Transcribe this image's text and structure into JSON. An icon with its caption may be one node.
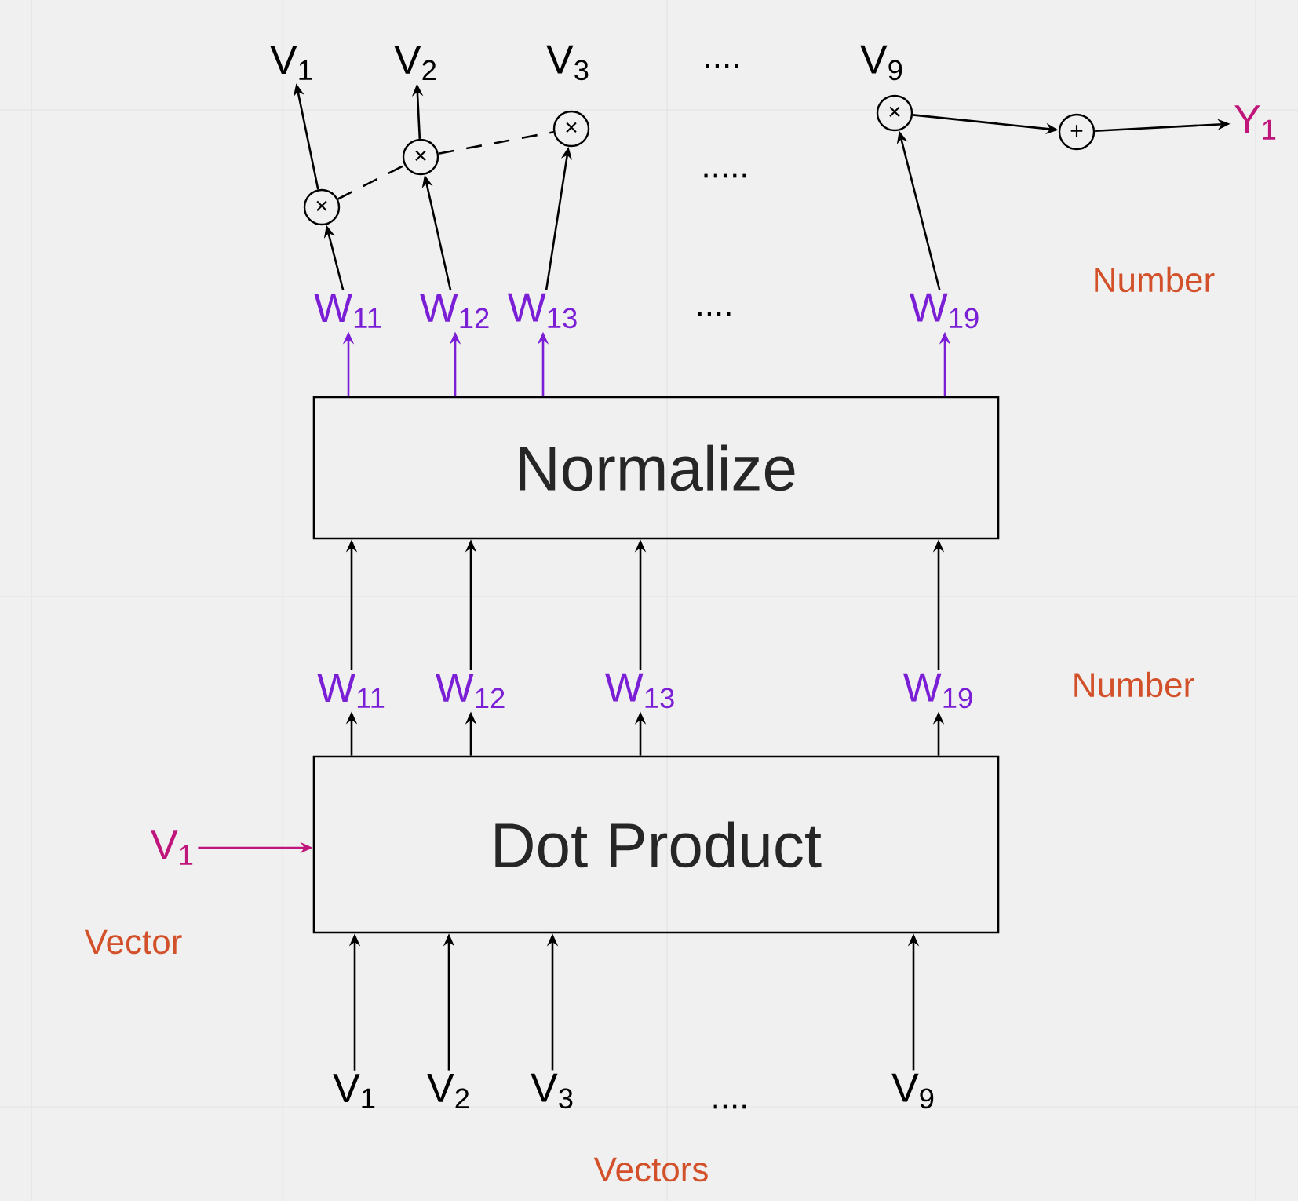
{
  "diagram": {
    "nodes": [
      {
        "text": [
          "V$_{1}$"
        ]
      },
      {
        "text": [
          "V$_{2}$"
        ]
      },
      {
        "text": [
          "V$_{3}$"
        ]
      },
      {
        "text": [
          "V$_{9}$"
        ]
      },
      {
        "text": [
          "Dot Product"
        ]
      },
      {
        "text": [
          "V$_{1}$"
        ]
      },
      {
        "text": [
          "W$_{11}$"
        ]
      },
      {
        "text": [
          "W$_{12}$"
        ]
      },
      {
        "text": [
          "W$_{13}$"
        ]
      },
      {
        "text": [
          "W$_{19}$"
        ]
      },
      {
        "text": [
          "Normalize"
        ]
      },
      {
        "text": [
          "W$_{11}$"
        ]
      },
      {
        "text": [
          "W$_{12}$"
        ]
      },
      {
        "text": [
          "W$_{13}$"
        ]
      },
      {
        "text": [
          "W$_{19}$"
        ]
      },
      {
        "text": [
          "×"
        ]
      },
      {
        "text": [
          "×"
        ]
      },
      {
        "text": [
          "×"
        ]
      },
      {
        "text": [
          "×"
        ]
      },
      {
        "text": [
          "+"
        ]
      },
      {
        "text": [
          "V$_{1}$"
        ]
      },
      {
        "text": [
          "V$_{2}$"
        ]
      },
      {
        "text": [
          "V$_{3}$"
        ]
      },
      {
        "text": [
          "V$_{9}$"
        ]
      },
      {
        "text": [
          "Y$_{1}$"
        ]
      }
    ],
    "edges": [
      {
        "from": 0,
        "to": 4,
        "arrow": "to"
      },
      {
        "from": 1,
        "to": 4,
        "arrow": "to"
      },
      {
        "from": 2,
        "to": 4,
        "arrow": "to"
      },
      {
        "from": 3,
        "to": 4,
        "arrow": "to"
      },
      {
        "from": 5,
        "to": 4,
        "arrow": "to",
        "color": "#c0157a"
      },
      {
        "from": 4,
        "to": 6,
        "arrow": "to"
      },
      {
        "from": 4,
        "to": 7,
        "arrow": "to"
      },
      {
        "from": 4,
        "to": 8,
        "arrow": "to"
      },
      {
        "from": 4,
        "to": 9,
        "arrow": "to"
      },
      {
        "from": 6,
        "to": 10,
        "arrow": "to"
      },
      {
        "from": 7,
        "to": 10,
        "arrow": "to"
      },
      {
        "from": 8,
        "to": 10,
        "arrow": "to"
      },
      {
        "from": 9,
        "to": 10,
        "arrow": "to"
      },
      {
        "from": 10,
        "to": 11,
        "arrow": "to",
        "color": "#7b1fd6"
      },
      {
        "from": 10,
        "to": 12,
        "arrow": "to",
        "color": "#7b1fd6"
      },
      {
        "from": 10,
        "to": 13,
        "arrow": "to",
        "color": "#7b1fd6"
      },
      {
        "from": 10,
        "to": 14,
        "arrow": "to",
        "color": "#7b1fd6"
      },
      {
        "from": 11,
        "to": 15,
        "arrow": "to"
      },
      {
        "from": 12,
        "to": 16,
        "arrow": "to"
      },
      {
        "from": 13,
        "to": 17,
        "arrow": "to"
      },
      {
        "from": 14,
        "to": 18,
        "arrow": "to"
      },
      {
        "from": 15,
        "to": 20,
        "arrow": "to"
      },
      {
        "from": 16,
        "to": 21,
        "arrow": "to"
      },
      {
        "from": 15,
        "to": 16,
        "arrow": "none",
        "style": "dashed"
      },
      {
        "from": 16,
        "to": 17,
        "arrow": "none",
        "style": "dashed"
      },
      {
        "from": 18,
        "to": 19,
        "arrow": "to"
      },
      {
        "from": 19,
        "to": 24,
        "arrow": "to"
      }
    ],
    "labels": [
      "....",
      ".....",
      "....",
      "Number",
      "Number",
      "Vector",
      "....",
      "Vectors"
    ]
  }
}
